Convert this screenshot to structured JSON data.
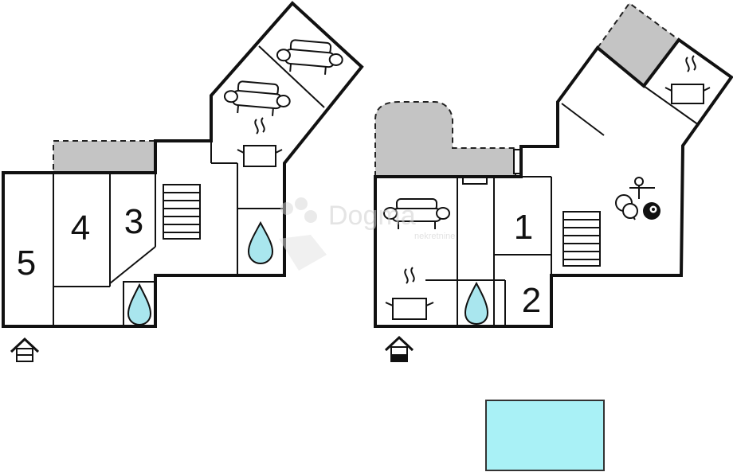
{
  "rooms": {
    "r1": "1",
    "r2": "2",
    "r3": "3",
    "r4": "4",
    "r5": "5"
  },
  "watermark": {
    "brand": "Dogma",
    "sub": "nekretnine"
  },
  "colors": {
    "wall": "#111111",
    "terrace": "#c4c4c4",
    "water": "#a9e6ee",
    "pool": "#a9f1f6"
  },
  "icons": [
    "entrance-icon",
    "sofa-icon",
    "kitchen-pot-icon",
    "bathroom-drop-icon",
    "staircase-icon",
    "table-tennis-icon",
    "billiard-ball-icon",
    "pool-icon"
  ]
}
